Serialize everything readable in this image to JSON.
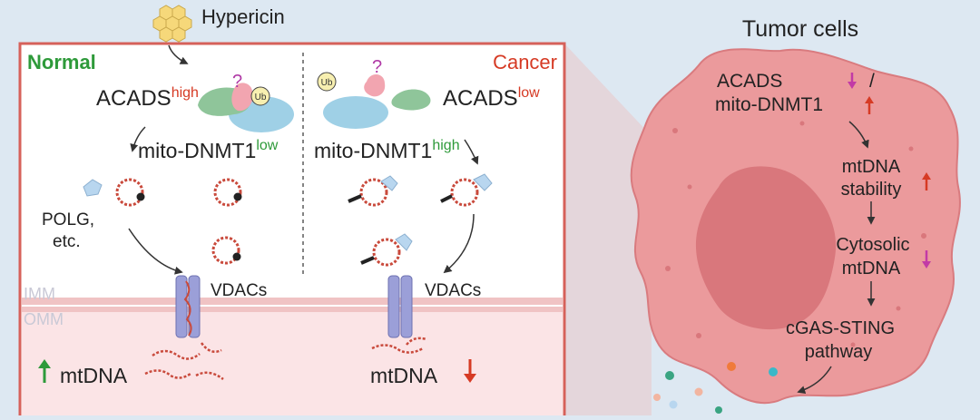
{
  "compound": {
    "name": "Hypericin"
  },
  "panel_normal": {
    "heading": "Normal",
    "enzyme_base": "ACADS",
    "enzyme_level": "high",
    "ub_tag": "Ub",
    "question": "?",
    "dnmt_base": "mito-DNMT1",
    "dnmt_level": "low",
    "polymerase": "POLG,",
    "polymerase_more": "etc.",
    "channel": "VDACs",
    "result": "mtDNA"
  },
  "panel_cancer": {
    "heading": "Cancer",
    "enzyme_base": "ACADS",
    "enzyme_level": "low",
    "ub_tag": "Ub",
    "question": "?",
    "dnmt_base": "mito-DNMT1",
    "dnmt_level": "high",
    "channel": "VDACs",
    "result": "mtDNA"
  },
  "membranes": {
    "inner": "IMM",
    "outer": "OMM"
  },
  "tumor": {
    "title": "Tumor cells",
    "line1a": "ACADS",
    "line1b": "/",
    "line2": "mito-DNMT1",
    "step2a": "mtDNA",
    "step2b": "stability",
    "step3a": "Cytosolic",
    "step3b": "mtDNA",
    "step4a": "cGAS-STING",
    "step4b": "pathway"
  },
  "colors": {
    "green": "#2e9a3a",
    "red": "#d63a24",
    "magenta": "#c23aa6",
    "frame": "#d6615a",
    "cell": "#eb9a9c",
    "nucleus": "#d9777c"
  }
}
